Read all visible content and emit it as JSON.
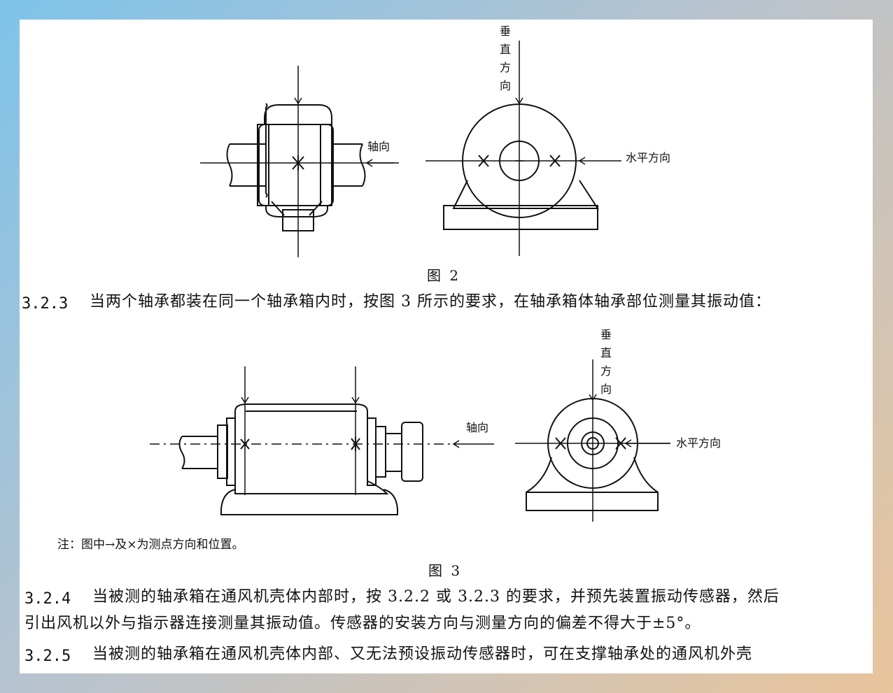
{
  "figure2": {
    "vertical_label": [
      "垂",
      "直",
      "方",
      "向"
    ],
    "axial_label": "轴向",
    "horizontal_label": "水平方向",
    "caption": "图 2"
  },
  "para_323": {
    "number": "3.2.3",
    "text": "当两个轴承都装在同一个轴承箱内时，按图 3 所示的要求，在轴承箱体轴承部位测量其振动值："
  },
  "figure3": {
    "vertical_label": [
      "垂",
      "直",
      "方",
      "向"
    ],
    "axial_label": "轴向",
    "horizontal_label": "水平方向",
    "note": "注：图中→及×为测点方向和位置。",
    "caption": "图 3"
  },
  "para_324": {
    "number": "3.2.4",
    "line1": "当被测的轴承箱在通风机壳体内部时，按 3.2.2 或 3.2.3 的要求，并预先装置振动传感器，然后",
    "line2": "引出风机以外与指示器连接测量其振动值。传感器的安装方向与测量方向的偏差不得大于±5°。"
  },
  "para_325": {
    "number": "3.2.5",
    "text": "当被测的轴承箱在通风机壳体内部、又无法预设振动传感器时，可在支撑轴承处的通风机外壳"
  }
}
